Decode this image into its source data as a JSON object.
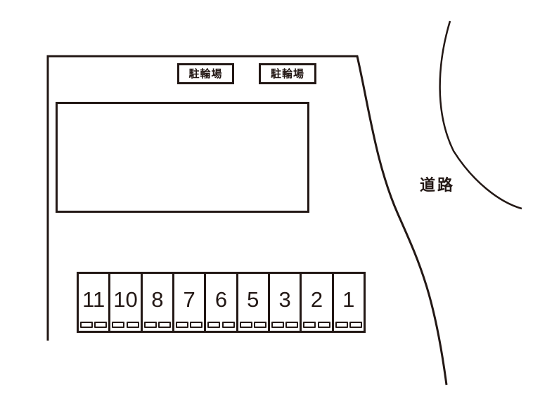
{
  "diagram": {
    "type": "parking-lot-site-map",
    "ink_color": "#231815",
    "background_color": "#ffffff"
  },
  "signs": {
    "bicycle_parking_left": "駐輪場",
    "bicycle_parking_right": "駐輪場"
  },
  "road": {
    "label": "道路"
  },
  "parking": {
    "spaces": [
      {
        "number": "11"
      },
      {
        "number": "10"
      },
      {
        "number": "8"
      },
      {
        "number": "7"
      },
      {
        "number": "6"
      },
      {
        "number": "5"
      },
      {
        "number": "3"
      },
      {
        "number": "2"
      },
      {
        "number": "1"
      }
    ],
    "wheel_stops_per_space": 2
  }
}
